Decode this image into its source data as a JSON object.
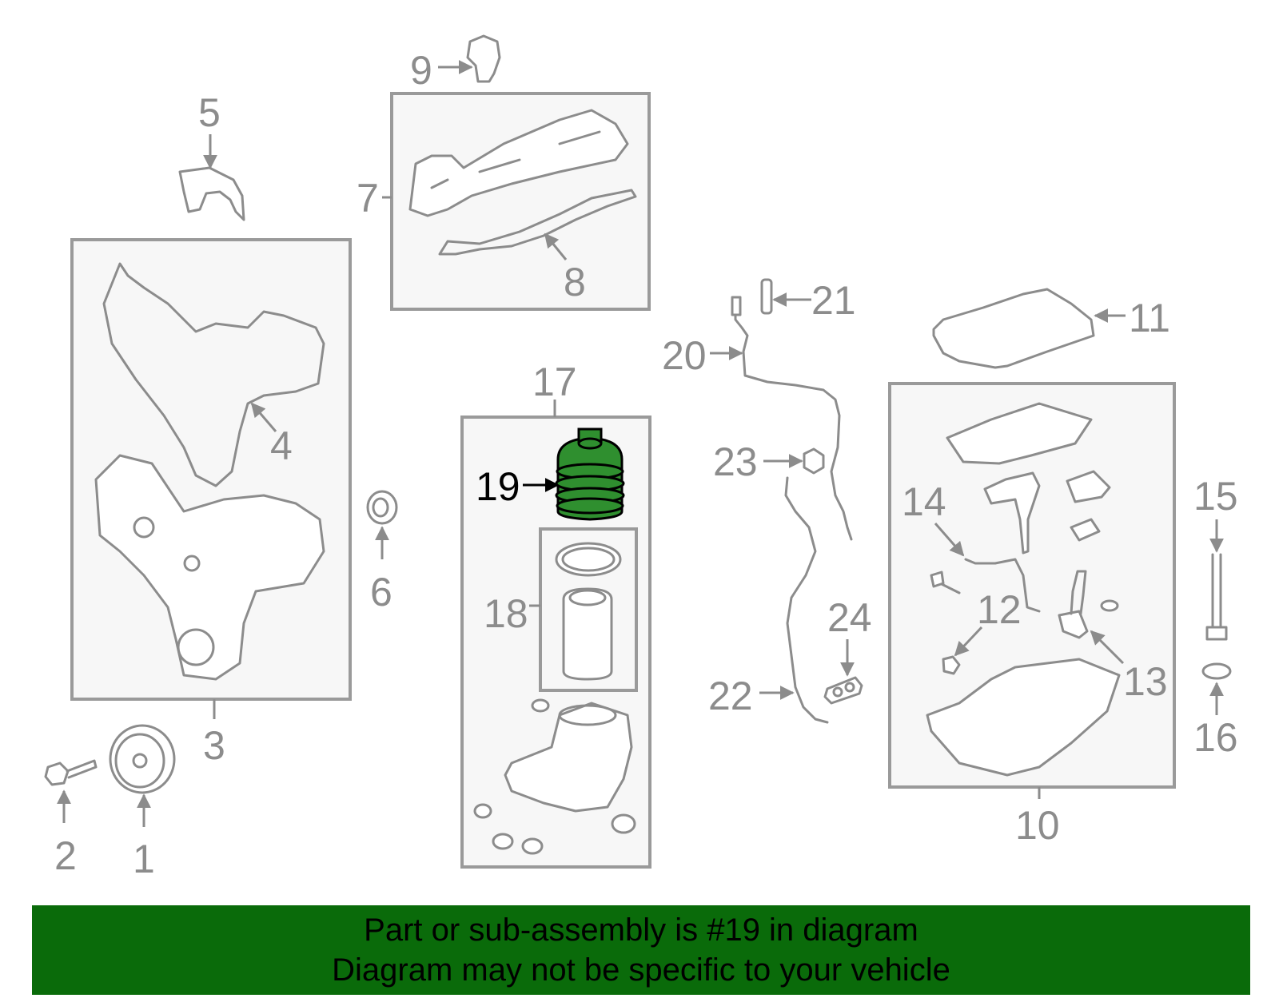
{
  "callouts": {
    "c1": "1",
    "c2": "2",
    "c3": "3",
    "c4": "4",
    "c5": "5",
    "c6": "6",
    "c7": "7",
    "c8": "8",
    "c9": "9",
    "c10": "10",
    "c11": "11",
    "c12": "12",
    "c13": "13",
    "c14": "14",
    "c15": "15",
    "c16": "16",
    "c17": "17",
    "c18": "18",
    "c19": "19",
    "c20": "20",
    "c21": "21",
    "c22": "22",
    "c23": "23",
    "c24": "24"
  },
  "highlight": {
    "callout": "19",
    "color": "#2f8f2f"
  },
  "banner": {
    "line1": "Part or sub-assembly is #19 in diagram",
    "line2": "Diagram may not be specific to your vehicle",
    "background": "#0a6b0a"
  }
}
